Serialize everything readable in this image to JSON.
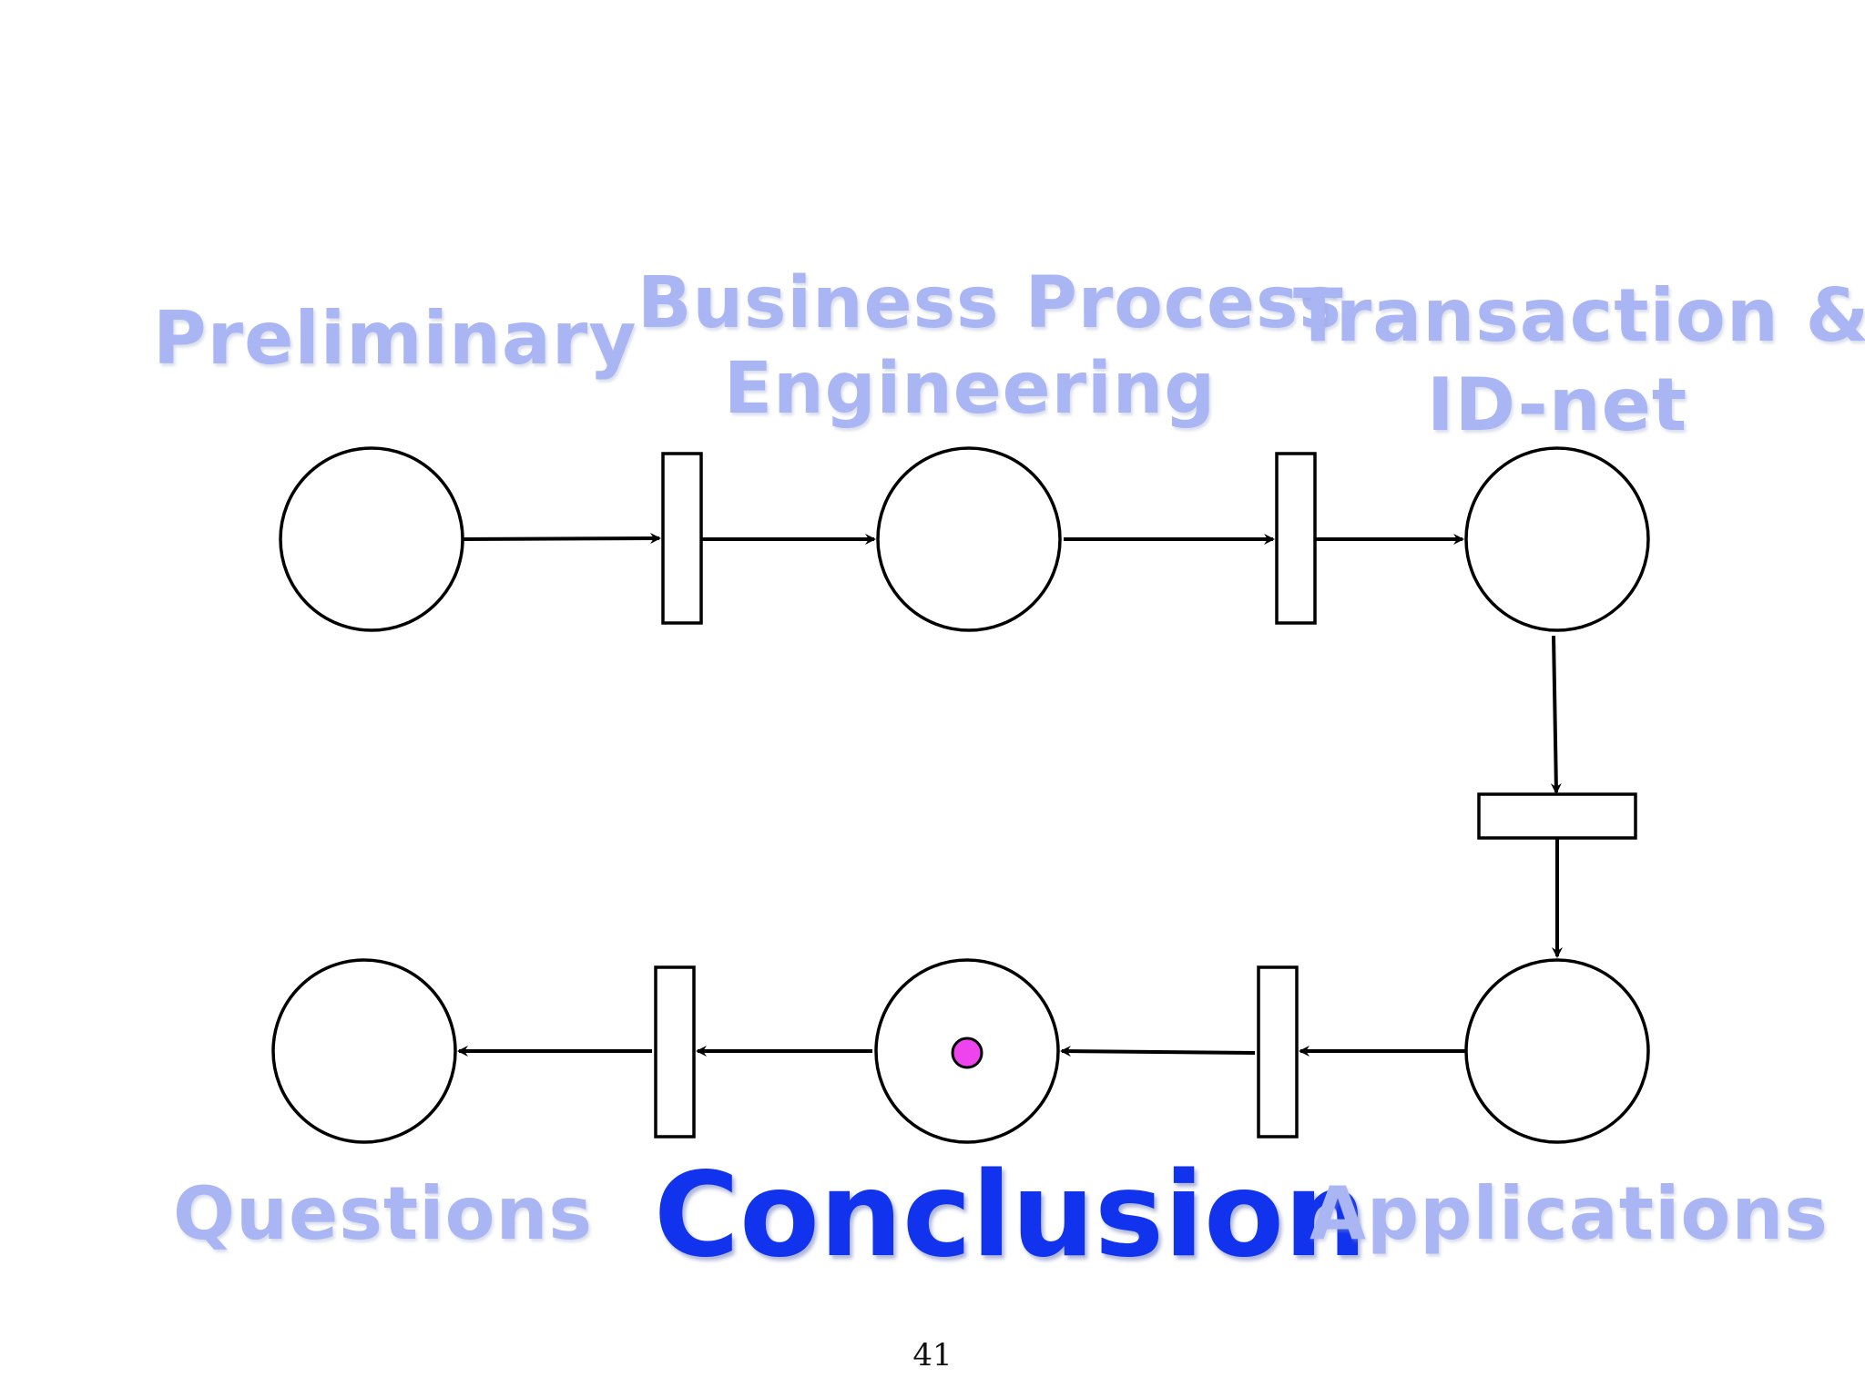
{
  "labels": {
    "preliminary": "Preliminary",
    "business_process_line1": "Business Process",
    "business_process_line2": "Engineering",
    "transaction_line1": "Transaction &",
    "transaction_line2": "ID-net",
    "questions": "Questions",
    "conclusion": "Conclusion",
    "applications": "Applications"
  },
  "page_number": "41",
  "colors": {
    "inactive_label": "#a9b6f3",
    "active_label": "#1133ee",
    "token": "#ee44ee",
    "stroke": "#000000"
  },
  "petri_net": {
    "places": [
      "Preliminary",
      "Business Process Engineering",
      "Transaction & ID-net",
      "Applications",
      "Conclusion",
      "Questions"
    ],
    "marked_place": "Conclusion",
    "token_count": 1
  }
}
